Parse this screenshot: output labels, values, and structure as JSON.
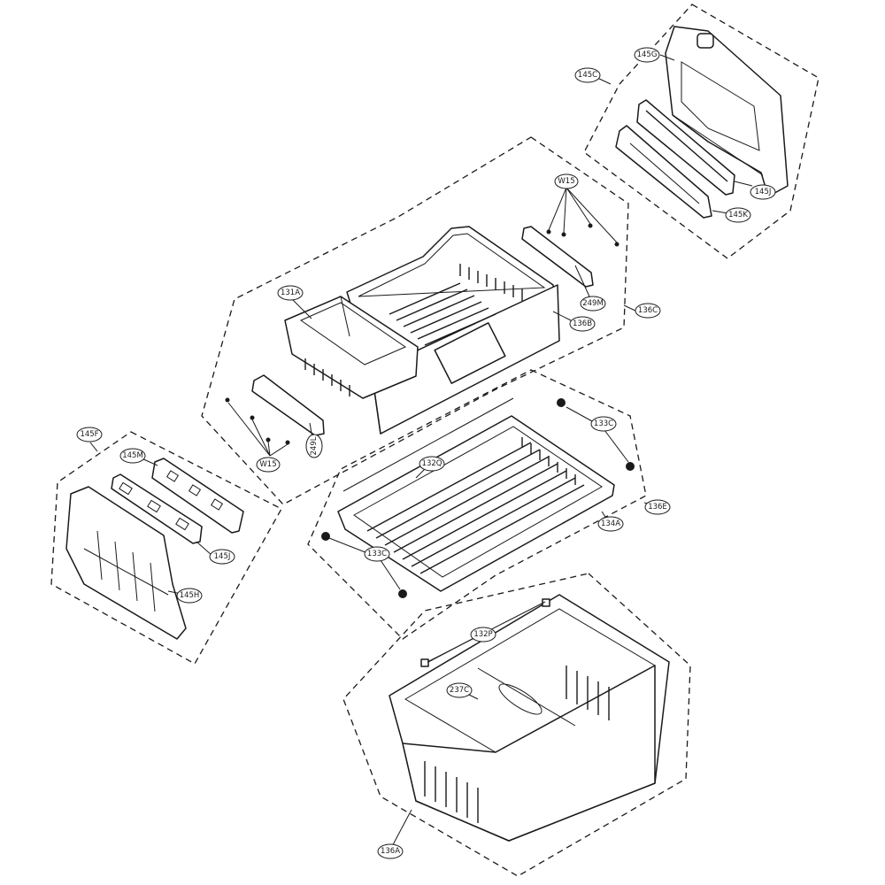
{
  "labels": {
    "l131A": "131A",
    "l136B": "136B",
    "l136C": "136C",
    "l249M": "249M",
    "lW15a": "W15",
    "lW15b": "W15",
    "l249L": "249L",
    "l145C": "145C",
    "l145G": "145G",
    "l145J_top": "145J",
    "l145K": "145K",
    "l145F": "145F",
    "l145M": "145M",
    "l145J_left": "145J",
    "l145H": "145H",
    "l133C_top": "133C",
    "l133C_bottom": "133C",
    "l132Q": "132Q",
    "l134A": "134A",
    "l136E": "136E",
    "l132P": "132P",
    "l237C": "237C",
    "l136A": "136A"
  }
}
